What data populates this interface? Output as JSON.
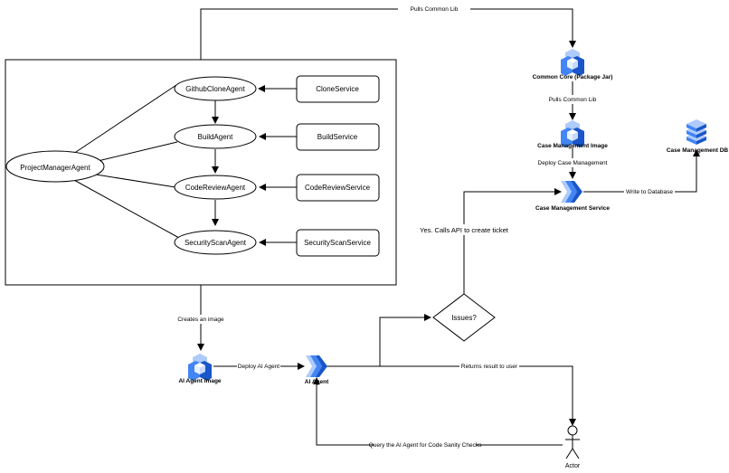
{
  "nodes": {
    "project_manager_agent": "ProjectManagerAgent",
    "github_clone_agent": "GithubCloneAgent",
    "build_agent": "BuildAgent",
    "code_review_agent": "CodeReviewAgent",
    "security_scan_agent": "SecurityScanAgent",
    "clone_service": "CloneService",
    "build_service": "BuildService",
    "code_review_service": "CodeReviewService",
    "security_scan_service": "SecurityScanService",
    "issues_decision": "Issues?",
    "common_core": "Common Core (Package Jar)",
    "case_management_image": "Case Management Image",
    "case_management_service": "Case Management Service",
    "case_management_db": "Case Management DB",
    "ai_agent_image": "AI Agent Image",
    "ai_agent": "AI Agent",
    "actor": "Actor"
  },
  "edges": {
    "pulls_common_lib_top": "Pulls Common Lib",
    "pulls_common_lib": "Pulls Common Lib",
    "deploy_case_management": "Deploy Case Management",
    "write_to_database": "Write to Database",
    "yes_calls_api": "Yes. Calls API to create ticket",
    "creates_an_image": "Creates an image",
    "deploy_ai_agent": "Deploy AI Agent",
    "returns_result": "Returns result to user",
    "query_ai_agent": "Query the AI Agent for Code Sanity Checks"
  },
  "colors": {
    "icon_blue": "#4285f4",
    "icon_dark": "#1a56c9",
    "icon_light": "#aecbfa"
  }
}
